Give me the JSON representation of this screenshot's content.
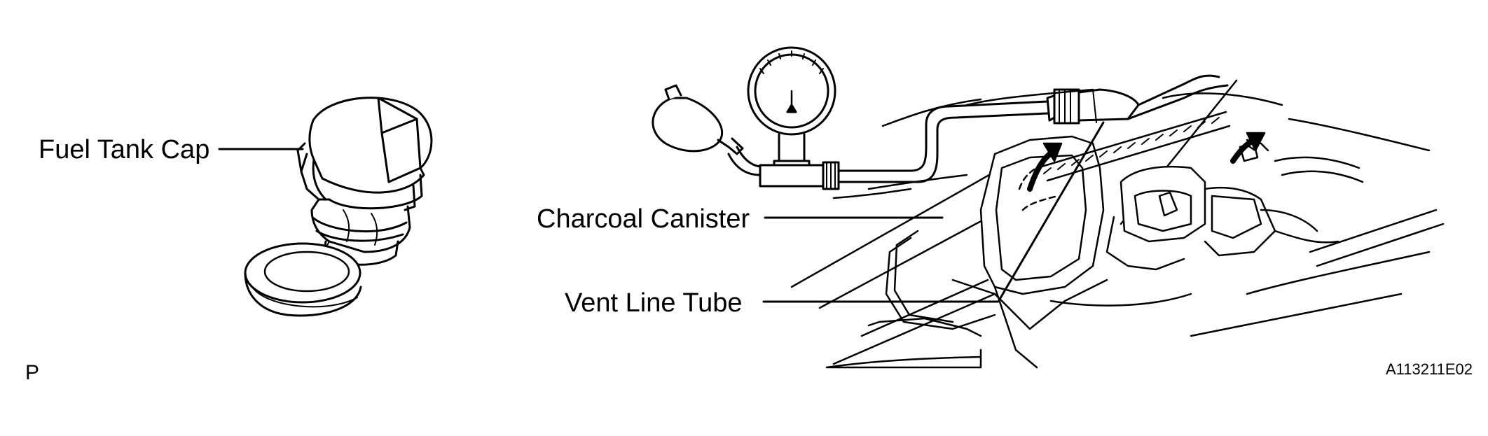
{
  "labels": {
    "fuel_tank_cap": "Fuel Tank Cap",
    "charcoal_canister": "Charcoal Canister",
    "vent_line_tube": "Vent Line Tube"
  },
  "page_marker": "P",
  "figure_code": "A113211E02"
}
